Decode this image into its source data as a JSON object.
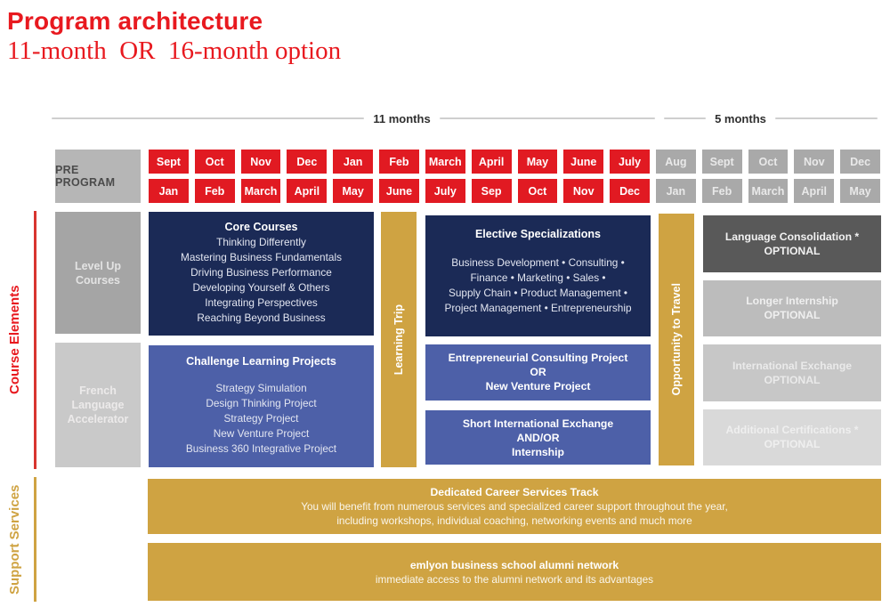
{
  "header": {
    "title": "Program architecture",
    "subtitle": "11-month  OR  16-month option"
  },
  "timeline": {
    "left_label": "11 months",
    "right_label": "5 months"
  },
  "pre_program_label": "PRE PROGRAM",
  "months": {
    "row1": [
      {
        "label": "Sept",
        "variant": "red"
      },
      {
        "label": "Oct",
        "variant": "red"
      },
      {
        "label": "Nov",
        "variant": "red"
      },
      {
        "label": "Dec",
        "variant": "red"
      },
      {
        "label": "Jan",
        "variant": "red"
      },
      {
        "label": "Feb",
        "variant": "red"
      },
      {
        "label": "March",
        "variant": "red"
      },
      {
        "label": "April",
        "variant": "red"
      },
      {
        "label": "May",
        "variant": "red"
      },
      {
        "label": "June",
        "variant": "red"
      },
      {
        "label": "July",
        "variant": "red"
      },
      {
        "label": "Aug",
        "variant": "gray"
      },
      {
        "label": "Sept",
        "variant": "gray"
      },
      {
        "label": "Oct",
        "variant": "gray"
      },
      {
        "label": "Nov",
        "variant": "gray"
      },
      {
        "label": "Dec",
        "variant": "gray"
      }
    ],
    "row2": [
      {
        "label": "Jan",
        "variant": "red"
      },
      {
        "label": "Feb",
        "variant": "red"
      },
      {
        "label": "March",
        "variant": "red"
      },
      {
        "label": "April",
        "variant": "red"
      },
      {
        "label": "May",
        "variant": "red"
      },
      {
        "label": "June",
        "variant": "red"
      },
      {
        "label": "July",
        "variant": "red"
      },
      {
        "label": "Sep",
        "variant": "red"
      },
      {
        "label": "Oct",
        "variant": "red"
      },
      {
        "label": "Nov",
        "variant": "red"
      },
      {
        "label": "Dec",
        "variant": "red"
      },
      {
        "label": "Jan",
        "variant": "gray"
      },
      {
        "label": "Feb",
        "variant": "gray"
      },
      {
        "label": "March",
        "variant": "gray"
      },
      {
        "label": "April",
        "variant": "gray"
      },
      {
        "label": "May",
        "variant": "gray"
      }
    ]
  },
  "sections": {
    "course_elements": "Course Elements",
    "support_services": "Support Services"
  },
  "course_elements": {
    "level_up": "Level Up Courses",
    "french": "French Language Accelerator",
    "core": {
      "title": "Core Courses",
      "items": [
        "Thinking Differently",
        "Mastering Business Fundamentals",
        "Driving Business Performance",
        "Developing Yourself & Others",
        "Integrating Perspectives",
        "Reaching Beyond Business"
      ]
    },
    "challenge": {
      "title": "Challenge Learning Projects",
      "items": [
        "Strategy Simulation",
        "Design Thinking Project",
        "Strategy Project",
        "New Venture Project",
        "Business 360 Integrative Project"
      ]
    },
    "learning_trip": "Learning Trip",
    "elective": {
      "title": "Elective Specializations",
      "items": [
        "Business Development • Consulting •",
        "Finance • Marketing • Sales •",
        "Supply Chain • Product Management •",
        "Project Management • Entrepreneurship"
      ]
    },
    "entrepreneurial": [
      "Entrepreneurial Consulting Project",
      "OR",
      "New Venture Project"
    ],
    "short_exchange": [
      "Short International Exchange",
      "AND/OR",
      "Internship"
    ],
    "opportunity_to_travel": "Opportunity to Travel",
    "optional_boxes": [
      {
        "lines": [
          "Language Consolidation *",
          "OPTIONAL"
        ],
        "variant": "opt-dark"
      },
      {
        "lines": [
          "Longer Internship",
          "OPTIONAL"
        ],
        "variant": "opt-mid"
      },
      {
        "lines": [
          "International Exchange",
          "OPTIONAL"
        ],
        "variant": "opt-light"
      },
      {
        "lines": [
          "Additional Certifications *",
          "OPTIONAL"
        ],
        "variant": "opt-lighter"
      }
    ]
  },
  "support": {
    "career": {
      "title": "Dedicated Career Services Track",
      "lines": [
        "You will benefit from numerous services and specialized career support throughout the year,",
        "including workshops, individual coaching, networking events and much more"
      ]
    },
    "alumni": {
      "title": "emlyon business school alumni network",
      "lines": [
        "immediate access to the alumni network and its advantages"
      ]
    }
  },
  "colors": {
    "brand_red": "#e11a22",
    "gold": "#cfa342",
    "navy": "#1b2a56",
    "blue": "#4d60a8",
    "gray_month": "#a9a9a9"
  }
}
